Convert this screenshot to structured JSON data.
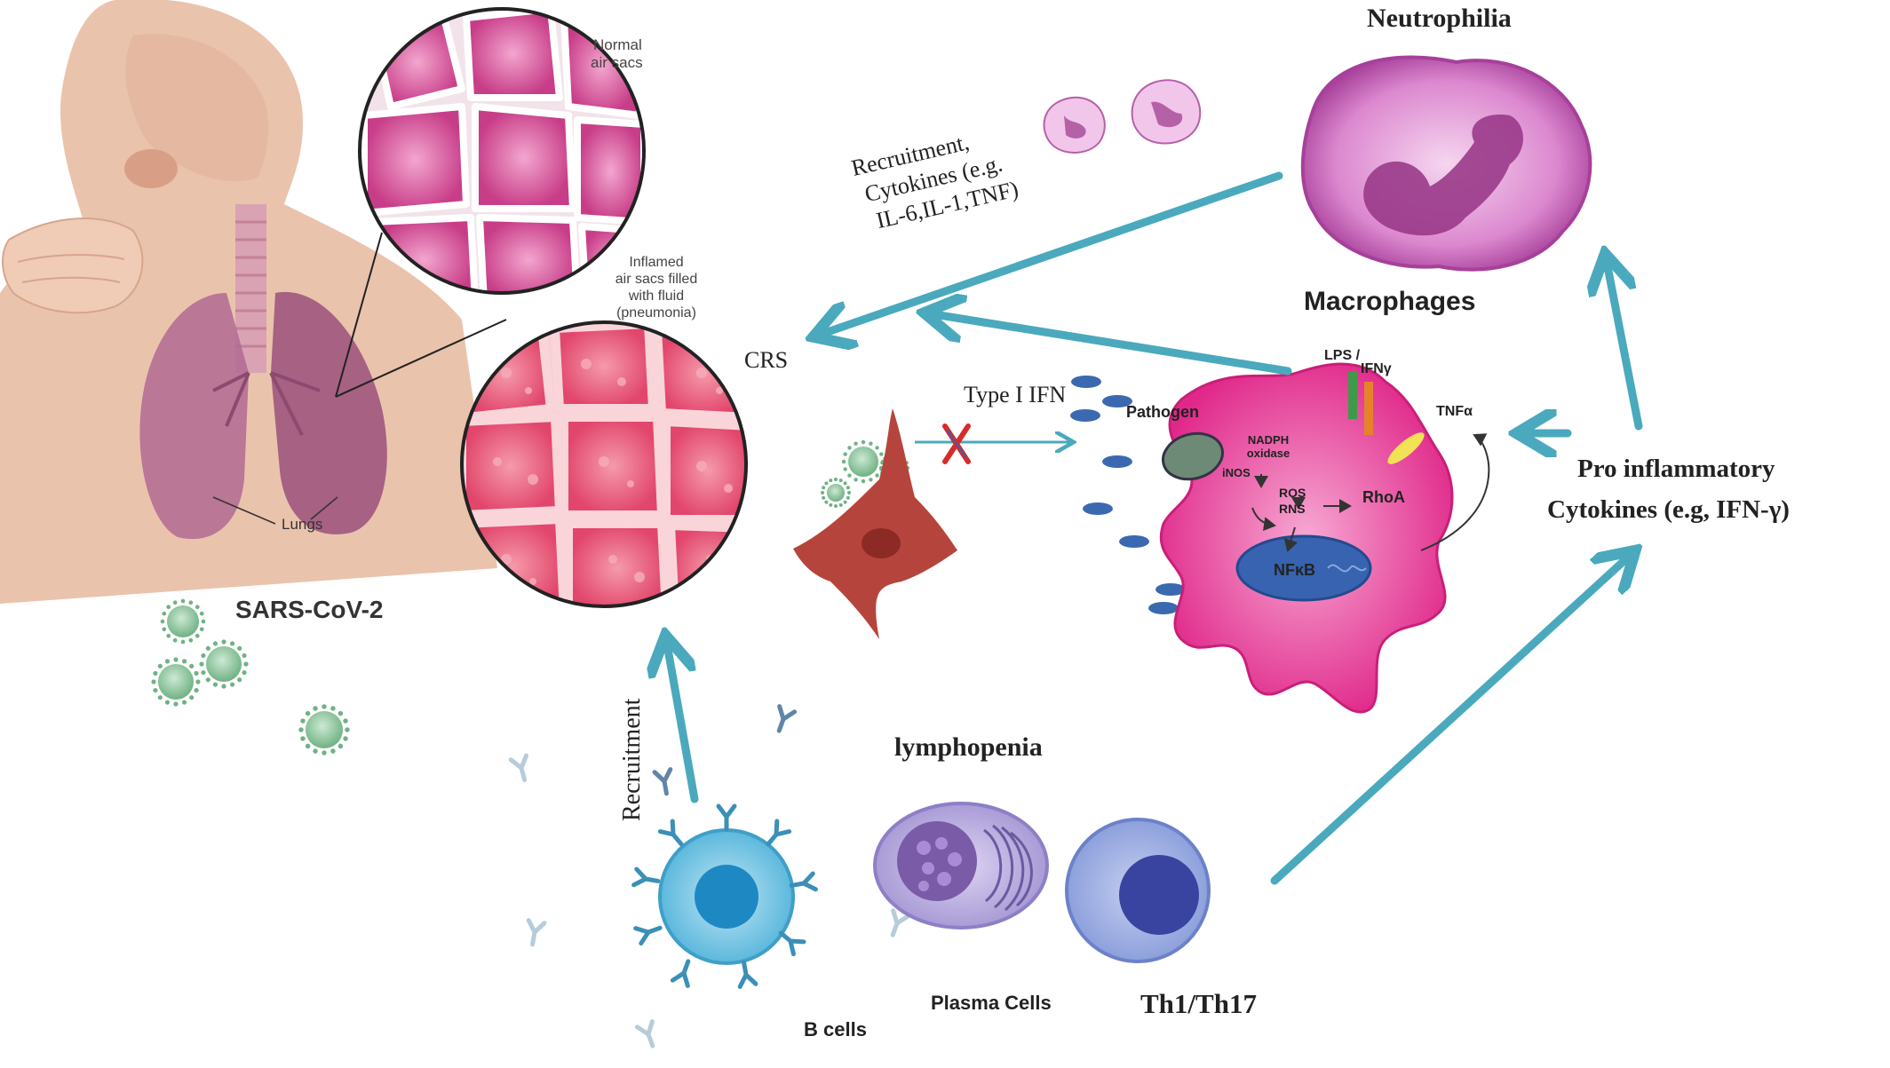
{
  "labels": {
    "normal_air_sacs_1": "Normal",
    "normal_air_sacs_2": "air sacs",
    "inflamed_1": "Inflamed",
    "inflamed_2": "air sacs filled",
    "inflamed_3": "with fluid",
    "inflamed_4": "(pneumonia)",
    "lungs": "Lungs",
    "sars": "SARS-CoV-2",
    "crs": "CRS",
    "type1_ifn": "Type I IFN",
    "recruitment_cyto_1": "Recruitment,",
    "recruitment_cyto_2": "Cytokines (e.g.",
    "recruitment_cyto_3": "IL-6,IL-1,TNF)",
    "neutrophilia": "Neutrophilia",
    "macrophages": "Macrophages",
    "pathogen": "Pathogen",
    "lps": "LPS /",
    "ifn": "IFNγ",
    "tnf": "TNFα",
    "nadph_1": "NADPH",
    "nadph_2": "oxidase",
    "inos": "iNOS",
    "ros": "ROS",
    "rns": "RNS",
    "rhoa": "RhoA",
    "nfkb": "NFκB",
    "pro_1": "Pro  inflammatory",
    "pro_2": "Cytokines (e.g, IFN-γ)",
    "recruitment": "Recruitment",
    "lymphopenia": "lymphopenia",
    "b_cells": "B cells",
    "plasma_cells": "Plasma Cells",
    "th": "Th1/Th17"
  },
  "colors": {
    "arrow": "#4aa9bd",
    "skin": "#eac3ad",
    "lung": "#a0577e",
    "alveoli_normal": "#d44a94",
    "alveoli_inflamed": "#ea5b7c",
    "neutrophil": "#d67ac8",
    "macrophage": "#e8308f",
    "virus": "#7cbf8e",
    "bcell": "#5cb8dc",
    "plasma": "#a99bd6",
    "tcell": "#8da0dc",
    "fibroblast": "#b5453c"
  }
}
